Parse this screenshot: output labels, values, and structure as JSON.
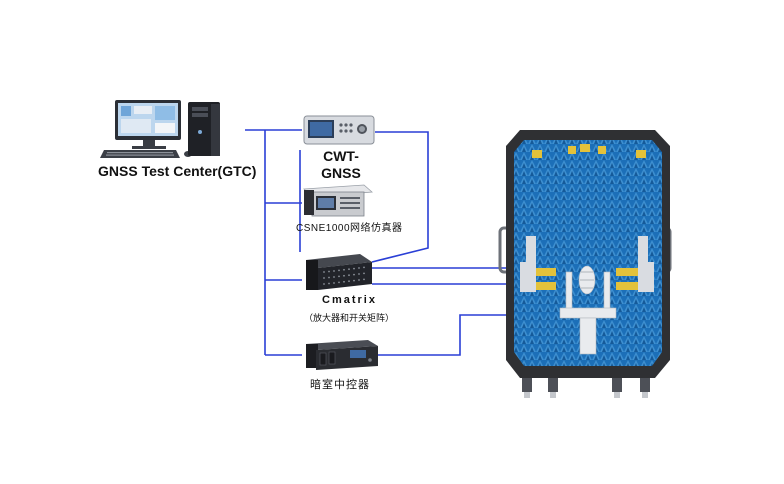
{
  "labels": {
    "gtc": "GNSS Test Center(GTC)",
    "cwt_line1": "CWT-",
    "cwt_line2": "GNSS",
    "csne": "CSNE1000网络仿真器",
    "cmatrix": "Cmatrix",
    "cmatrix_sub": "（放大器和开关矩阵）",
    "controller": "暗室中控器"
  },
  "colors": {
    "connection_line": "#2a3fd6",
    "chamber_frame": "#2f3033",
    "absorber": "#1c6fb8",
    "absorber_light": "#3d8fd0",
    "antenna_yellow": "#e3c23a"
  },
  "icons": {
    "computer": "desktop-computer-icon",
    "cwt": "cwt-instrument-icon",
    "csne": "network-emulator-icon",
    "cmatrix": "rack-switch-matrix-icon",
    "controller": "chamber-controller-icon",
    "chamber": "anechoic-chamber-icon"
  }
}
